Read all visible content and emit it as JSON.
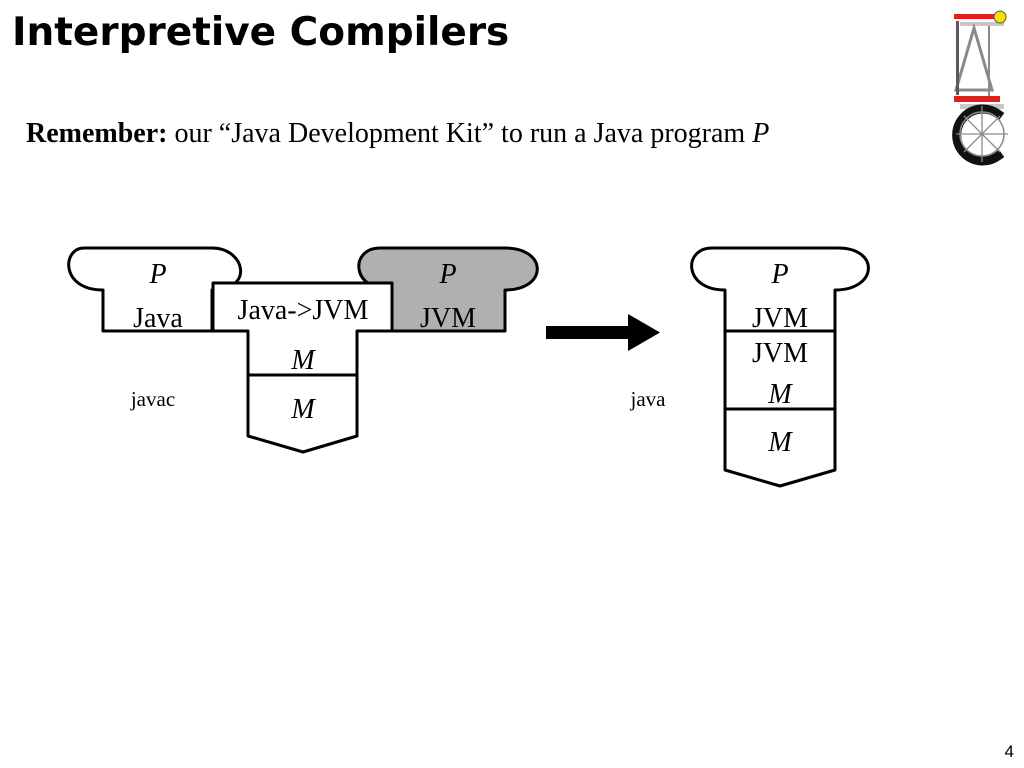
{
  "slide": {
    "title": "Interpretive Compilers",
    "subtitle_lead": "Remember:",
    "subtitle_text": " our “Java Development Kit” to run a Java program ",
    "subtitle_var": "P",
    "page_number": "4"
  },
  "colors": {
    "text": "#000000",
    "background": "#ffffff",
    "program_shaded": "#b0b0b0",
    "logo_red": "#e0201c",
    "logo_yellow": "#f4e300",
    "logo_gray": "#8a8a8a"
  },
  "diagram": {
    "javac": {
      "source_program": {
        "name": "P",
        "language": "Java"
      },
      "compiler": {
        "translation": "Java->JVM",
        "impl_language": "M"
      },
      "machine": "M",
      "target_program": {
        "name": "P",
        "language": "JVM"
      },
      "caption": "javac"
    },
    "java": {
      "program": {
        "name": "P",
        "language": "JVM"
      },
      "interpreter": {
        "language": "JVM",
        "impl_language": "M"
      },
      "machine": "M",
      "caption": "java"
    }
  }
}
